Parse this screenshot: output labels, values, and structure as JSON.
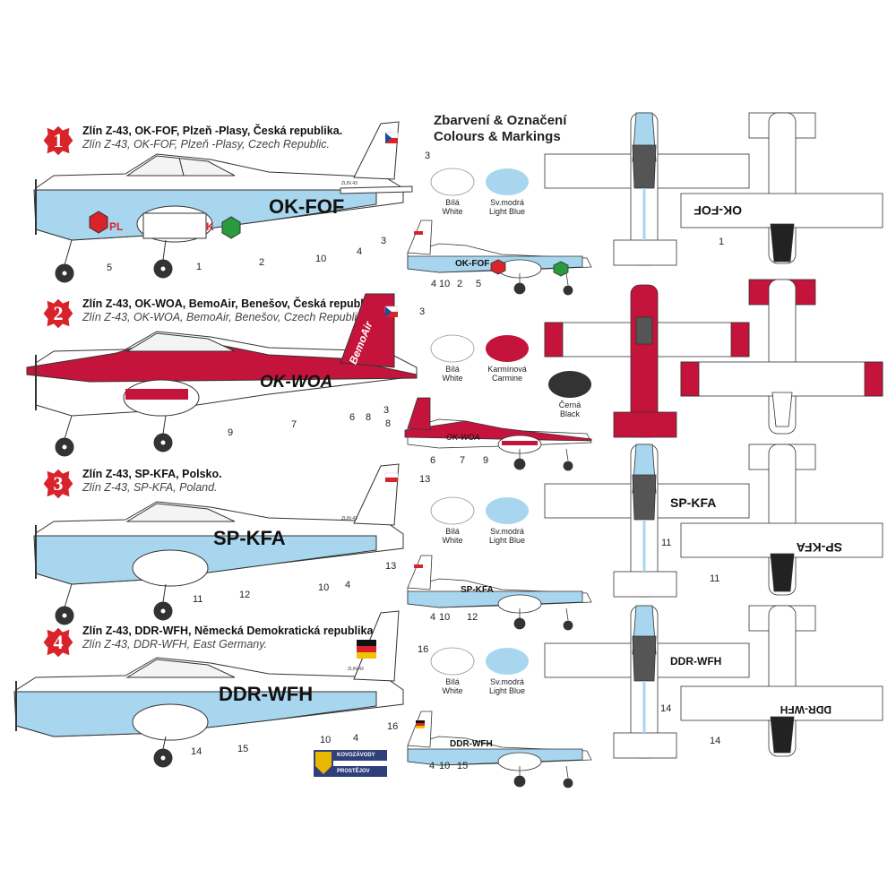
{
  "title": {
    "line1": "Zbarvení & Označení",
    "line2": "Colours & Markings"
  },
  "colors": {
    "white": "#ffffff",
    "light_blue": "#a9d6ef",
    "carmine": "#c5143c",
    "black": "#333333",
    "badge_red": "#d8232a",
    "gray": "#6b6b6b"
  },
  "schemes": [
    {
      "num": "1",
      "cz": "Zlín Z-43, OK-FOF, Plzeň -Plasy, Česká republika.",
      "en": "Zlín Z-43, OK-FOF, Plzeň -Plasy, Czech Republic.",
      "reg": "OK-FOF",
      "reg_small": "OK-FOF",
      "tail_small": "ZLIN 43",
      "plane_text_a": "PL",
      "plane_text_b": "K",
      "swatches": [
        {
          "cz": "Bílá",
          "en": "White"
        },
        {
          "cz": "Sv.modrá",
          "en": "Light Blue"
        }
      ],
      "callouts": [
        "3",
        "1",
        "2",
        "10",
        "4",
        "5",
        "3",
        "4",
        "10",
        "2",
        "5",
        "1"
      ]
    },
    {
      "num": "2",
      "cz": "Zlín Z-43, OK-WOA, BemoAir, Benešov, Česká republika.",
      "en": "Zlín Z-43, OK-WOA, BemoAir, Benešov, Czech Republic.",
      "reg": "OK-WOA",
      "reg_small": "OK-WOA",
      "tail_text": "BemoAir",
      "swatches": [
        {
          "cz": "Bílá",
          "en": "White"
        },
        {
          "cz": "Karmínová",
          "en": "Carmine"
        },
        {
          "cz": "Černá",
          "en": "Black"
        }
      ],
      "callouts": [
        "3",
        "9",
        "7",
        "6",
        "8",
        "3",
        "8",
        "6",
        "7",
        "9"
      ]
    },
    {
      "num": "3",
      "cz": "Zlín Z-43, SP-KFA, Polsko.",
      "en": "Zlín Z-43, SP-KFA, Poland.",
      "reg": "SP-KFA",
      "reg_small": "SP-KFA",
      "tail_small": "ZLIN 43",
      "swatches": [
        {
          "cz": "Bílá",
          "en": "White"
        },
        {
          "cz": "Sv.modrá",
          "en": "Light Blue"
        }
      ],
      "callouts": [
        "13",
        "13",
        "11",
        "12",
        "10",
        "4",
        "4",
        "10",
        "12",
        "11",
        "11"
      ]
    },
    {
      "num": "4",
      "cz": "Zlín Z-43, DDR-WFH, Německá Demokratická republika.",
      "en": "Zlín Z-43, DDR-WFH, East Germany.",
      "reg": "DDR-WFH",
      "reg_small": "DDR-WFH",
      "tail_small": "ZLIN 43",
      "swatches": [
        {
          "cz": "Bílá",
          "en": "White"
        },
        {
          "cz": "Sv.modrá",
          "en": "Light Blue"
        }
      ],
      "callouts": [
        "16",
        "14",
        "15",
        "10",
        "4",
        "16",
        "4",
        "10",
        "15",
        "14",
        "14"
      ]
    }
  ],
  "logo": {
    "line1": "KOVOZÁVODY",
    "line2": "PROSTĚJOV"
  }
}
